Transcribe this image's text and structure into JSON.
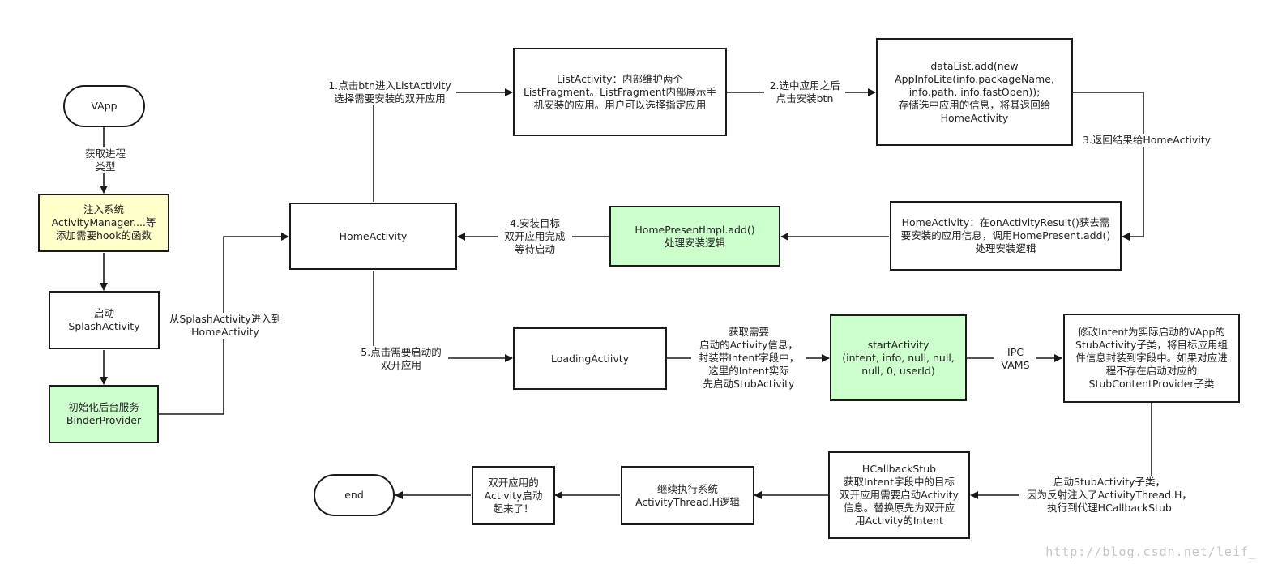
{
  "nodes": {
    "vapp": "VApp",
    "inject": "注入系统\nActivityManager....等\n添加需要hook的函数",
    "splash": "启动\nSplashActivity",
    "binder": "初始化后台服务\nBinderProvider",
    "home": "HomeActivity",
    "list": "ListActivity：内部维护两个\nListFragment。ListFragment内部展示手\n机安装的应用。用户可以选择指定应用",
    "datalist": "dataList.add(new\nAppInfoLite(info.packageName,\ninfo.path, info.fastOpen));\n存储选中应用的信息，将其返回给\nHomeActivity",
    "onresult": "HomeActivity：在onActivityResult()获去需\n要安装的应用信息，调用HomePresent.add()\n处理安装逻辑",
    "present": "HomePresentImpl.add()\n处理安装逻辑",
    "loading": "LoadingActiivty",
    "start": "startActivity\n(intent, info, null, null,\nnull, 0, userId)",
    "modify": "修改Intent为实际启动的VApp的\nStubActivity子类，将目标应用组\n件信息封装到字段中。如果对应进\n程不存在启动对应的\nStubContentProvider子类",
    "hcallback": "HCallbackStub\n获取Intent字段中的目标\n双开应用需要启动Activity\n信息。替换原先为双开应\n用Activity的Intent",
    "continue": "继续执行系统\nActivityThread.H逻辑",
    "started": "双开应用的\nActivity启动\n起来了！",
    "end": "end"
  },
  "labels": {
    "get_process": "获取进程\n类型",
    "splash_to_home": "从SplashActivity进入到\nHomeActivity",
    "step1": "1.点击btn进入ListActivity\n选择需要安装的双开应用",
    "step2": "2.选中应用之后\n点击安装btn",
    "step3": "3.返回结果给HomeActivity",
    "step4": "4.安装目标\n双开应用完成\n等待启动",
    "step5": "5.点击需要启动的\n双开应用",
    "get_info": "获取需要\n启动的Activity信息，\n封装带Intent字段中，\n这里的Intent实际\n先启动StubActivity",
    "ipc": "IPC\nVAMS",
    "start_stub": "启动StubActivity子类，\n因为反射注入了ActivityThread.H，\n执行到代理HCallbackStub"
  },
  "watermark": "http://blog.csdn.net/leif_",
  "colors": {
    "yellow_fill": "#ffffcc",
    "green_fill": "#ccffcc",
    "stroke": "#1a1a1a"
  }
}
